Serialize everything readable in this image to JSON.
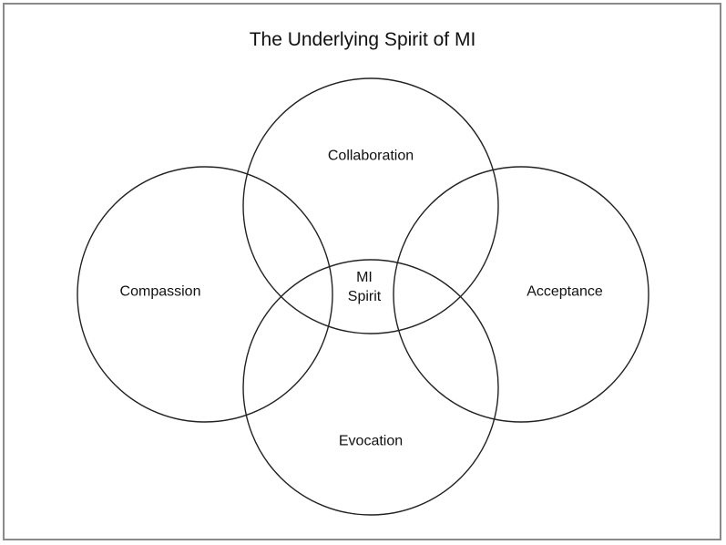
{
  "title": "The Underlying Spirit of MI",
  "circles": {
    "top": "Collaboration",
    "left": "Compassion",
    "right": "Acceptance",
    "bottom": "Evocation"
  },
  "center": {
    "line1": "MI",
    "line2": "Spirit"
  }
}
